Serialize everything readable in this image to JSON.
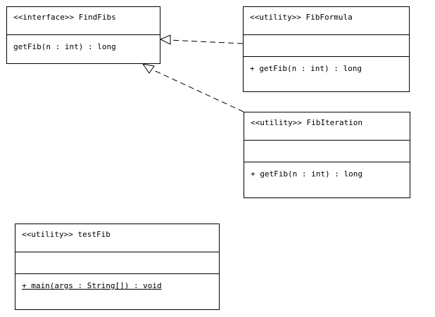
{
  "diagram": {
    "classes": [
      {
        "id": "findfibs",
        "name": "<<interface>> FindFibs",
        "attributes": [],
        "operations": [
          "getFib(n : int) : long"
        ]
      },
      {
        "id": "fibformula",
        "name": "<<utility>> FibFormula",
        "attributes": [],
        "operations": [
          "+ getFib(n : int) : long"
        ]
      },
      {
        "id": "fibiteration",
        "name": "<<utility>> FibIteration",
        "attributes": [],
        "operations": [
          "+ getFib(n : int) : long"
        ]
      },
      {
        "id": "testfib",
        "name": "<<utility>> testFib",
        "attributes": [],
        "operations": [
          "+ main(args : String[]) : void"
        ]
      }
    ],
    "relationships": [
      {
        "type": "realization",
        "from": "fibformula",
        "to": "findfibs"
      },
      {
        "type": "realization",
        "from": "fibiteration",
        "to": "findfibs"
      }
    ]
  }
}
